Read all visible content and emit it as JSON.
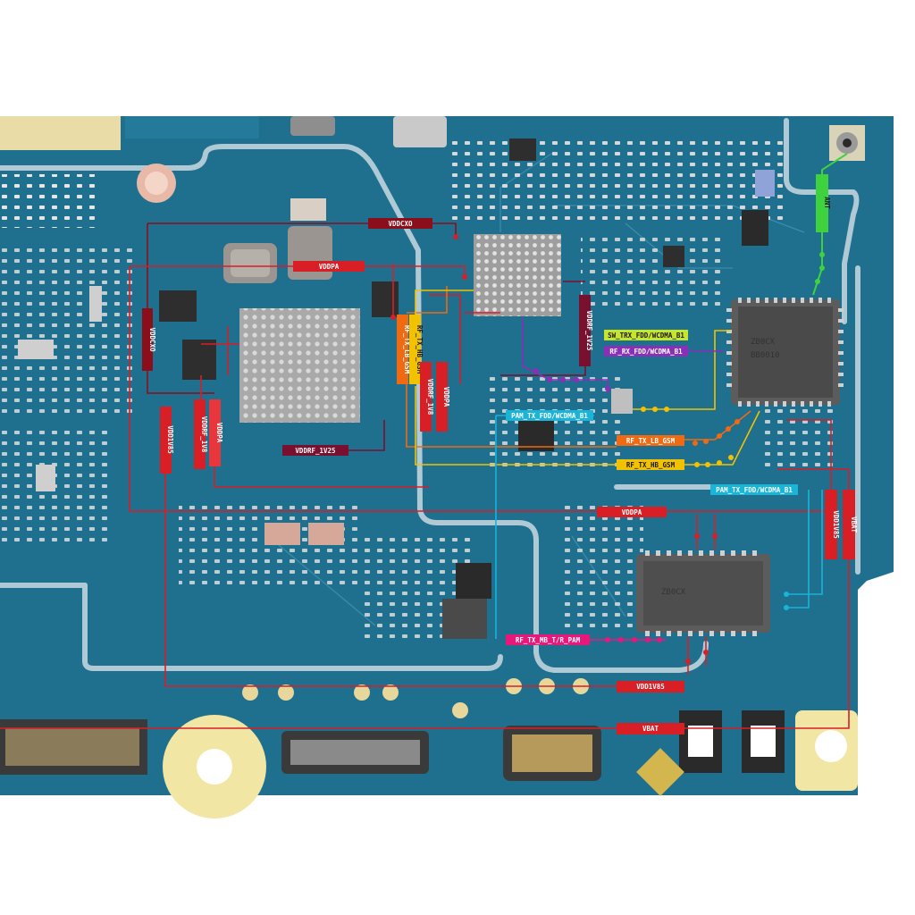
{
  "colors": {
    "board": "#1f6f8f",
    "board_light": "#2a86a6",
    "trace": "#c9dbe2",
    "net_red": "#d81f26",
    "net_dark": "#8b0f1a",
    "net_maroon": "#7a1030",
    "net_orange": "#f06a12",
    "net_yellow": "#f2c200",
    "net_purple": "#8a2fb8",
    "net_pink": "#e8187a",
    "net_cyan": "#19b4d8",
    "net_green": "#3fd23f",
    "pad_gold": "#e8d79a"
  },
  "labels": {
    "vddcxo_top": "VDDCXO",
    "vddpa_top": "VDDPA",
    "vddcxo_side": "VDDCXO",
    "vdd1v85_left": "VDD1V85",
    "vddrf_1v8_left": "VDDRF_1V8",
    "vddpa_left": "VDDPA",
    "vddrf_1v25_bottom": "VDDRF_1V25",
    "rf_tx_lb_gsm_v": "RF_TX_LB_GSM",
    "rf_tx_hb_gsm_v": "RF_TX_HB_GSM",
    "vddrf_1v8_mid": "VDDRF_1V8",
    "vddpa_mid": "VDDPA",
    "vddrf_1v25_right": "VDDRF_1V25",
    "sw_trx": "SW_TRX_FDD/WCDMA_B1",
    "rf_rx": "RF_RX_FDD/WCDMA_B1",
    "pam_tx_1": "PAM_TX_FDD/WCDMA_B1",
    "rf_tx_lb_gsm_h": "RF_TX_LB_GSM",
    "rf_tx_hb_gsm_h": "RF_TX_HB_GSM",
    "pam_tx_2": "PAM_TX_FDD/WCDMA_B1",
    "vddpa_right": "VDDPA",
    "vdd1v85_right": "VDD1V85",
    "vbat_right": "VBAT",
    "rf_tx_mb": "RF_TX_MB_T/R_PAM",
    "vdd1v85_bottom": "VDD1V85",
    "vbat_bottom": "VBAT",
    "ant": "ANT"
  },
  "chip_markings": {
    "transceiver": "ZB0CX",
    "transceiver_2": "BB0010",
    "pa": "ZB0CX"
  }
}
